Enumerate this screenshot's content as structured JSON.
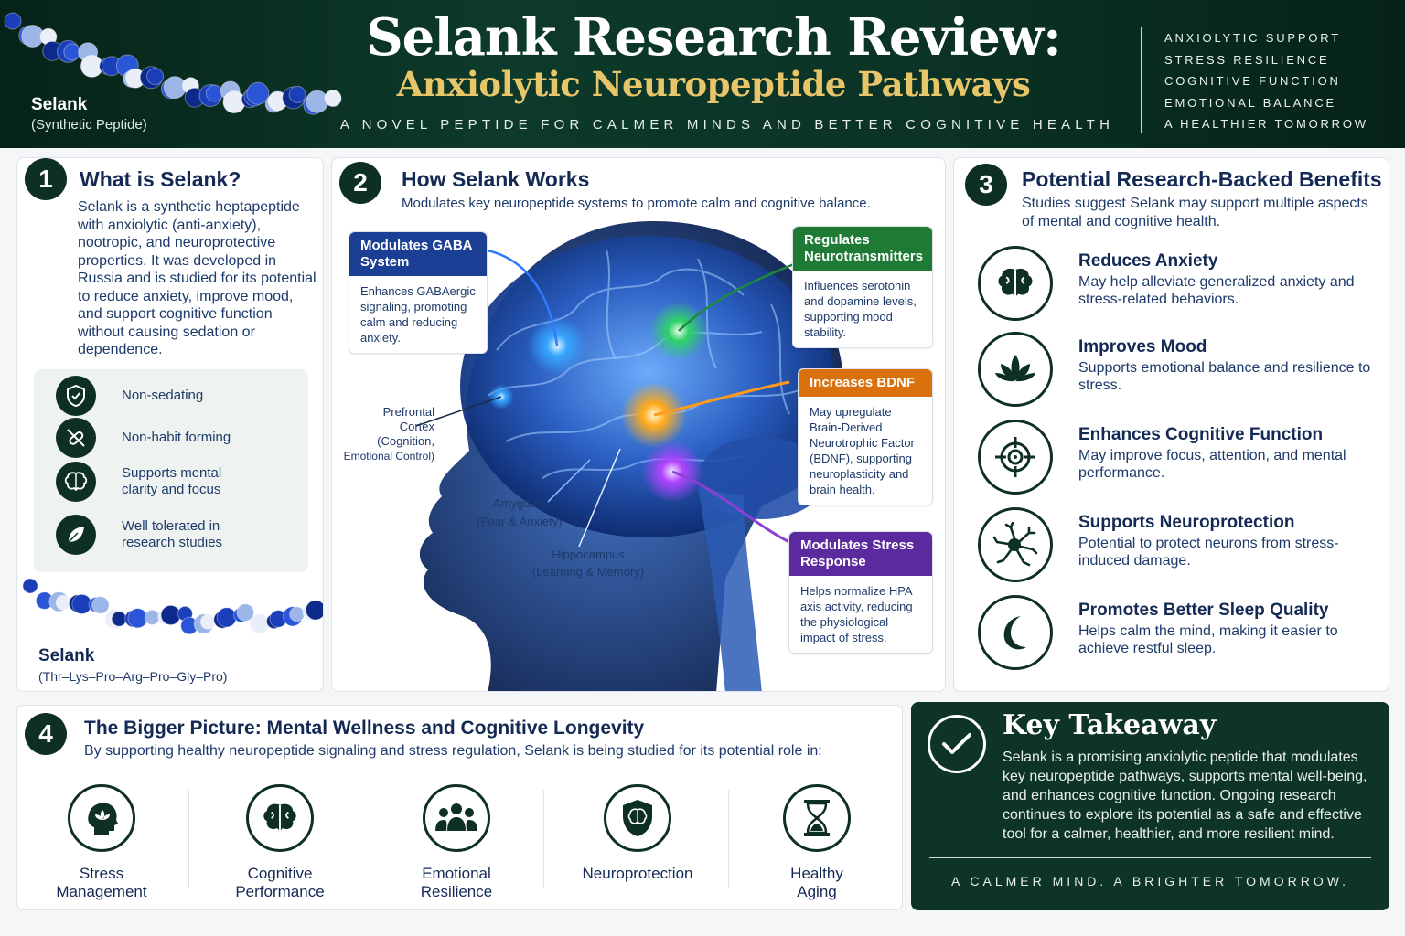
{
  "header": {
    "peptide_name": "Selank",
    "peptide_type": "(Synthetic Peptide)",
    "title": "Selank Research Review:",
    "subtitle": "Anxiolytic Neuropeptide Pathways",
    "tagline": "A NOVEL PEPTIDE FOR CALMER MINDS AND BETTER COGNITIVE HEALTH",
    "highlights": [
      "ANXIOLYTIC SUPPORT",
      "STRESS RESILIENCE",
      "COGNITIVE FUNCTION",
      "EMOTIONAL BALANCE",
      "A HEALTHIER TOMORROW"
    ]
  },
  "section1": {
    "number": "1",
    "title": "What is Selank?",
    "body": "Selank is a synthetic heptapeptide with anxiolytic (anti-anxiety), nootropic, and neuroprotective properties. It was developed in Russia and is studied for its potential to reduce anxiety, improve mood, and support cognitive function without causing sedation or dependence.",
    "features": [
      {
        "icon": "shield-icon",
        "label": "Non-sedating"
      },
      {
        "icon": "no-pill-icon",
        "label": "Non-habit forming"
      },
      {
        "icon": "brain-icon",
        "label": "Supports mental clarity and focus"
      },
      {
        "icon": "leaf-icon",
        "label": "Well tolerated in research studies"
      }
    ],
    "molecule_name": "Selank",
    "molecule_sequence": "(Thr–Lys–Pro–Arg–Pro–Gly–Pro)"
  },
  "section2": {
    "number": "2",
    "title": "How Selank Works",
    "subtitle": "Modulates key neuropeptide systems to promote calm and cognitive balance.",
    "callouts": [
      {
        "title": "Modulates GABA System",
        "text": "Enhances GABAergic signaling, promoting calm and reducing anxiety.",
        "color": "#1b3f94"
      },
      {
        "title": "Regulates Neurotransmitters",
        "text": "Influences serotonin and dopamine levels, supporting mood stability.",
        "color": "#1e7a34"
      },
      {
        "title": "Increases BDNF",
        "text": "May upregulate Brain-Derived Neurotrophic Factor (BDNF), supporting neuroplasticity and brain health.",
        "color": "#d9720e"
      },
      {
        "title": "Modulates Stress Response",
        "text": "Helps normalize HPA axis activity, reducing the physiological impact of stress.",
        "color": "#5b2a9e"
      }
    ],
    "labels": {
      "prefrontal_name": "Prefrontal",
      "prefrontal_name2": "Cortex",
      "prefrontal_desc": "(Cognition,",
      "prefrontal_desc2": "Emotional Control)",
      "amygdala_name": "Amygdala",
      "amygdala_desc": "(Fear & Anxiety)",
      "hippocampus_name": "Hippocampus",
      "hippocampus_desc": "(Learning & Memory)"
    }
  },
  "section3": {
    "number": "3",
    "title": "Potential Research-Backed Benefits",
    "subtitle": "Studies suggest Selank may support multiple aspects of mental and cognitive health.",
    "benefits": [
      {
        "icon": "brain-icon",
        "title": "Reduces Anxiety",
        "text": "May help alleviate generalized anxiety and stress-related behaviors."
      },
      {
        "icon": "lotus-icon",
        "title": "Improves Mood",
        "text": "Supports emotional balance and resilience to stress."
      },
      {
        "icon": "target-icon",
        "title": "Enhances Cognitive Function",
        "text": "May improve focus, attention, and mental performance."
      },
      {
        "icon": "neuron-icon",
        "title": "Supports Neuroprotection",
        "text": "Potential to protect neurons from stress-induced damage."
      },
      {
        "icon": "moon-icon",
        "title": "Promotes Better Sleep Quality",
        "text": "Helps calm the mind, making it easier to achieve restful sleep."
      }
    ]
  },
  "section4": {
    "number": "4",
    "title": "The Bigger Picture: Mental Wellness and Cognitive Longevity",
    "subtitle": "By supporting healthy neuropeptide signaling and stress regulation, Selank is being studied for its potential role in:",
    "items": [
      {
        "icon": "head-lotus-icon",
        "label1": "Stress",
        "label2": "Management"
      },
      {
        "icon": "brain-icon",
        "label1": "Cognitive",
        "label2": "Performance"
      },
      {
        "icon": "people-icon",
        "label1": "Emotional",
        "label2": "Resilience"
      },
      {
        "icon": "brain-shield-icon",
        "label1": "Neuroprotection",
        "label2": ""
      },
      {
        "icon": "hourglass-icon",
        "label1": "Healthy",
        "label2": "Aging"
      }
    ]
  },
  "takeaway": {
    "title": "Key Takeaway",
    "body": "Selank is a promising anxiolytic peptide that modulates key neuropeptide pathways, supports mental well-being, and enhances cognitive function. Ongoing research continues to explore its potential as a safe and effective tool for a calmer, healthier, and more resilient mind.",
    "footer": "A CALMER MIND. A BRIGHTER TOMORROW."
  },
  "colors": {
    "header_bg": "#0d3a2a",
    "gold": "#e9c56a",
    "navy": "#142a55",
    "dark_green": "#0e2f25"
  }
}
